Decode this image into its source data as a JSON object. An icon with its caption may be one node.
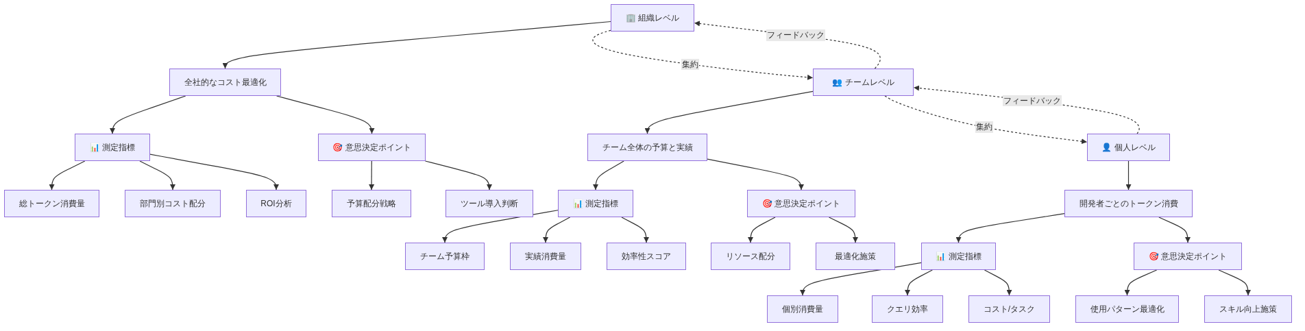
{
  "diagram": {
    "nodes": [
      {
        "text": [
          "🏢 組織レベル"
        ]
      },
      {
        "text": [
          "全社的なコスト最適化"
        ]
      },
      {
        "text": [
          "👥 チームレベル"
        ]
      },
      {
        "text": [
          "📊 測定指標"
        ]
      },
      {
        "text": [
          "🎯 意思決定ポイント"
        ]
      },
      {
        "text": [
          "チーム全体の予算と実績"
        ]
      },
      {
        "text": [
          "👤 個人レベル"
        ]
      },
      {
        "text": [
          "総トークン消費量"
        ]
      },
      {
        "text": [
          "部門別コスト配分"
        ]
      },
      {
        "text": [
          "ROI分析"
        ]
      },
      {
        "text": [
          "予算配分戦略"
        ]
      },
      {
        "text": [
          "ツール導入判断"
        ]
      },
      {
        "text": [
          "📊 測定指標"
        ]
      },
      {
        "text": [
          "🎯 意思決定ポイント"
        ]
      },
      {
        "text": [
          "開発者ごとのトークン消費"
        ]
      },
      {
        "text": [
          "チーム予算枠"
        ]
      },
      {
        "text": [
          "実績消費量"
        ]
      },
      {
        "text": [
          "効率性スコア"
        ]
      },
      {
        "text": [
          "リソース配分"
        ]
      },
      {
        "text": [
          "最適化施策"
        ]
      },
      {
        "text": [
          "📊 測定指標"
        ]
      },
      {
        "text": [
          "🎯 意思決定ポイント"
        ]
      },
      {
        "text": [
          "個別消費量"
        ]
      },
      {
        "text": [
          "クエリ効率"
        ]
      },
      {
        "text": [
          "コスト/タスク"
        ]
      },
      {
        "text": [
          "使用パターン最適化"
        ]
      },
      {
        "text": [
          "スキル向上施策"
        ]
      }
    ],
    "edges": [
      {
        "from": 0,
        "to": 1,
        "arrow": "to"
      },
      {
        "from": 0,
        "to": 2,
        "arrow": "to",
        "label": "集約",
        "style": "dashed"
      },
      {
        "from": 2,
        "to": 0,
        "arrow": "to",
        "label": "フィードバック",
        "style": "dashed"
      },
      {
        "from": 1,
        "to": 3,
        "arrow": "to"
      },
      {
        "from": 1,
        "to": 4,
        "arrow": "to"
      },
      {
        "from": 3,
        "to": 7,
        "arrow": "to"
      },
      {
        "from": 3,
        "to": 8,
        "arrow": "to"
      },
      {
        "from": 3,
        "to": 9,
        "arrow": "to"
      },
      {
        "from": 4,
        "to": 10,
        "arrow": "to"
      },
      {
        "from": 4,
        "to": 11,
        "arrow": "to"
      },
      {
        "from": 2,
        "to": 5,
        "arrow": "to"
      },
      {
        "from": 2,
        "to": 6,
        "arrow": "to",
        "label": "集約",
        "style": "dashed"
      },
      {
        "from": 6,
        "to": 2,
        "arrow": "to",
        "label": "フィードバック",
        "style": "dashed"
      },
      {
        "from": 5,
        "to": 12,
        "arrow": "to"
      },
      {
        "from": 5,
        "to": 13,
        "arrow": "to"
      },
      {
        "from": 12,
        "to": 15,
        "arrow": "to"
      },
      {
        "from": 12,
        "to": 16,
        "arrow": "to"
      },
      {
        "from": 12,
        "to": 17,
        "arrow": "to"
      },
      {
        "from": 13,
        "to": 18,
        "arrow": "to"
      },
      {
        "from": 13,
        "to": 19,
        "arrow": "to"
      },
      {
        "from": 6,
        "to": 14,
        "arrow": "to"
      },
      {
        "from": 14,
        "to": 20,
        "arrow": "to"
      },
      {
        "from": 14,
        "to": 21,
        "arrow": "to"
      },
      {
        "from": 20,
        "to": 22,
        "arrow": "to"
      },
      {
        "from": 20,
        "to": 23,
        "arrow": "to"
      },
      {
        "from": 20,
        "to": 24,
        "arrow": "to"
      },
      {
        "from": 21,
        "to": 25,
        "arrow": "to"
      },
      {
        "from": 21,
        "to": 26,
        "arrow": "to"
      }
    ]
  }
}
